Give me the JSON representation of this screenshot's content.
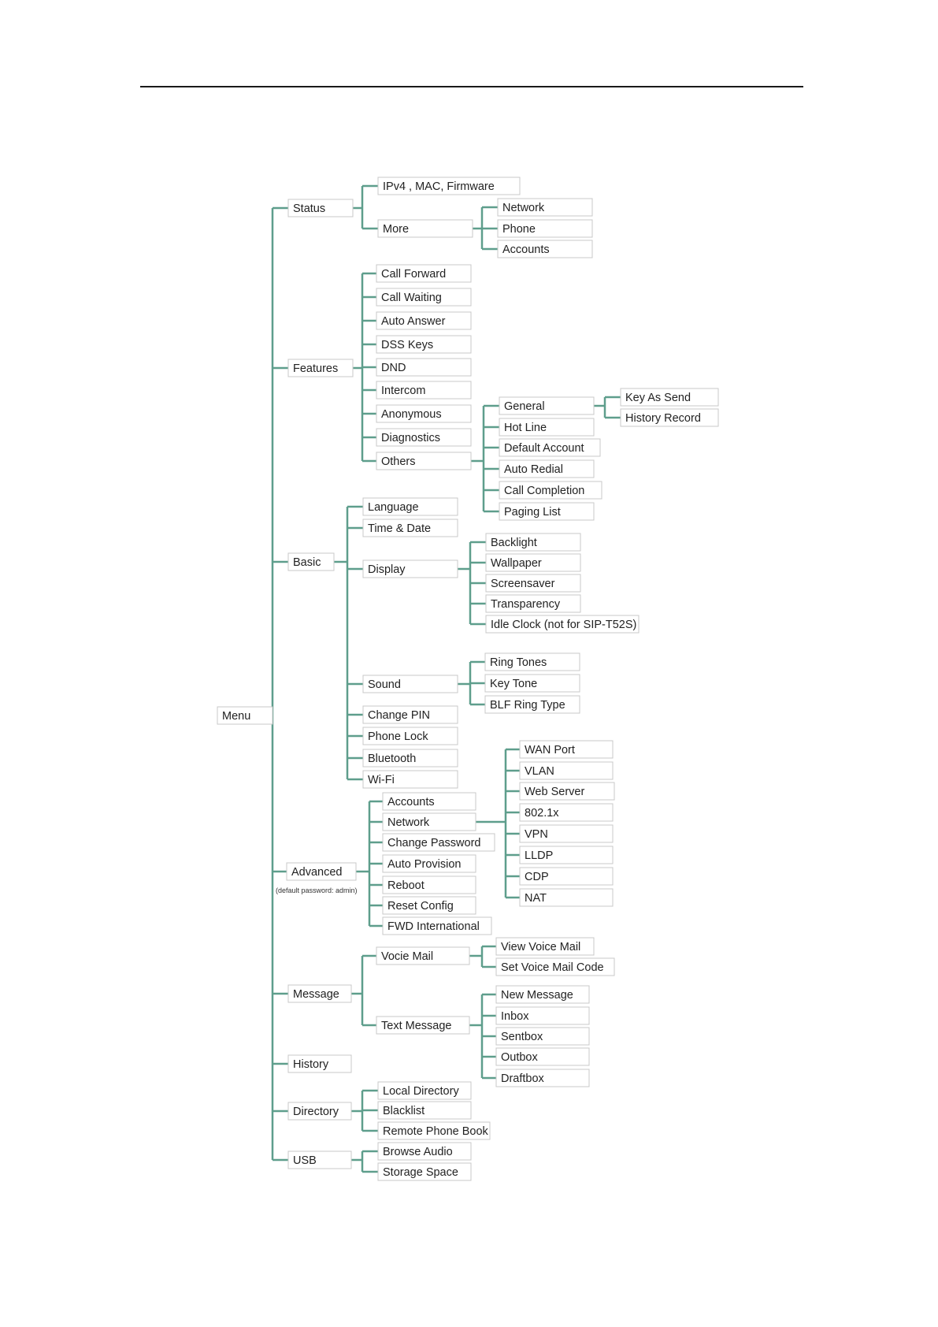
{
  "root": "Menu",
  "colors": {
    "connector": "#5e9e8c",
    "box_border": "#c8c8c8",
    "text": "#222222",
    "rule": "#1a1a1a"
  },
  "menu": [
    {
      "label": "Status",
      "children": [
        {
          "label": "IPv4 , MAC, Firmware"
        },
        {
          "label": "More",
          "children": [
            {
              "label": "Network"
            },
            {
              "label": "Phone"
            },
            {
              "label": "Accounts"
            }
          ]
        }
      ]
    },
    {
      "label": "Features",
      "children": [
        {
          "label": "Call Forward"
        },
        {
          "label": "Call Waiting"
        },
        {
          "label": "Auto Answer"
        },
        {
          "label": "DSS Keys"
        },
        {
          "label": "DND"
        },
        {
          "label": "Intercom"
        },
        {
          "label": "Anonymous"
        },
        {
          "label": "Diagnostics"
        },
        {
          "label": "Others",
          "children": [
            {
              "label": "General",
              "children": [
                {
                  "label": "Key As Send"
                },
                {
                  "label": "History Record"
                }
              ]
            },
            {
              "label": "Hot Line"
            },
            {
              "label": "Default Account"
            },
            {
              "label": "Auto Redial"
            },
            {
              "label": "Call Completion"
            },
            {
              "label": "Paging List"
            }
          ]
        }
      ]
    },
    {
      "label": "Basic",
      "children": [
        {
          "label": "Language"
        },
        {
          "label": "Time & Date"
        },
        {
          "label": "Display",
          "children": [
            {
              "label": "Backlight"
            },
            {
              "label": "Wallpaper"
            },
            {
              "label": "Screensaver"
            },
            {
              "label": "Transparency"
            },
            {
              "label": "Idle Clock (not for SIP-T52S)"
            }
          ]
        },
        {
          "label": "Sound",
          "children": [
            {
              "label": "Ring Tones"
            },
            {
              "label": "Key Tone"
            },
            {
              "label": "BLF Ring Type"
            }
          ]
        },
        {
          "label": "Change PIN"
        },
        {
          "label": "Phone Lock"
        },
        {
          "label": "Bluetooth"
        },
        {
          "label": "Wi-Fi"
        }
      ]
    },
    {
      "label": "Advanced",
      "note": "(default password: admin)",
      "children": [
        {
          "label": "Accounts"
        },
        {
          "label": "Network",
          "children": [
            {
              "label": "WAN Port"
            },
            {
              "label": "VLAN"
            },
            {
              "label": "Web Server"
            },
            {
              "label": "802.1x"
            },
            {
              "label": "VPN"
            },
            {
              "label": "LLDP"
            },
            {
              "label": "CDP"
            },
            {
              "label": "NAT"
            }
          ]
        },
        {
          "label": "Change Password"
        },
        {
          "label": "Auto Provision"
        },
        {
          "label": "Reboot"
        },
        {
          "label": "Reset Config"
        },
        {
          "label": "FWD International"
        }
      ]
    },
    {
      "label": "Message",
      "children": [
        {
          "label": "Vocie Mail",
          "children": [
            {
              "label": "View Voice Mail"
            },
            {
              "label": "Set Voice Mail Code"
            }
          ]
        },
        {
          "label": "Text Message",
          "children": [
            {
              "label": "New Message"
            },
            {
              "label": "Inbox"
            },
            {
              "label": "Sentbox"
            },
            {
              "label": "Outbox"
            },
            {
              "label": "Draftbox"
            }
          ]
        }
      ]
    },
    {
      "label": "History"
    },
    {
      "label": "Directory",
      "children": [
        {
          "label": "Local Directory"
        },
        {
          "label": "Blacklist"
        },
        {
          "label": "Remote Phone Book"
        }
      ]
    },
    {
      "label": "USB",
      "children": [
        {
          "label": "Browse Audio"
        },
        {
          "label": "Storage Space"
        }
      ]
    }
  ]
}
